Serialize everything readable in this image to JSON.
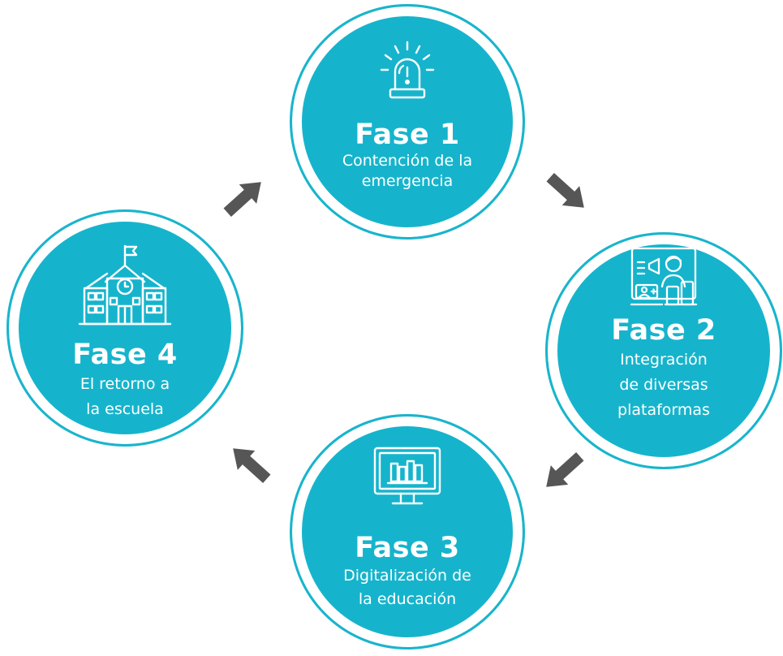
{
  "colors": {
    "circle_fill": "#16b4cc",
    "circle_ring": "#18b5cc",
    "arrow": "#565656",
    "text": "#ffffff"
  },
  "phases": [
    {
      "title": "Fase 1",
      "desc_line1": "Contención de la",
      "desc_line2": "emergencia",
      "icon": "alarm-siren-icon"
    },
    {
      "title": "Fase 2",
      "desc_line1": "Integración",
      "desc_line2": "de diversas",
      "desc_line3": "plataformas",
      "icon": "online-teacher-icon"
    },
    {
      "title": "Fase 3",
      "desc_line1": "Digitalización de",
      "desc_line2": "la educación",
      "icon": "monitor-books-icon"
    },
    {
      "title": "Fase 4",
      "desc_line1": "El retorno a",
      "desc_line2": "la escuela",
      "icon": "school-building-icon"
    }
  ]
}
